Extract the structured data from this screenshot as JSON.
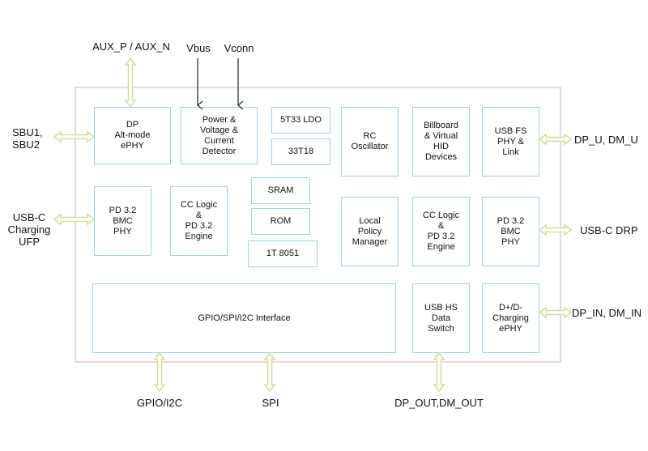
{
  "blocks": {
    "dp_alt": "DP\nAlt-mode\nePHY",
    "power": "Power &\nVoltage &\nCurrent\nDetector",
    "ldo": "5T33 LDO",
    "t18": "33T18",
    "rc": "RC\nOscillator",
    "billboard": "Billboard\n& Virtual\nHID\nDevices",
    "usbfs": "USB FS\nPHY &\nLink",
    "pd_left": "PD 3.2\nBMC\nPHY",
    "cc_left": "CC Logic\n&\nPD 3.2\nEngine",
    "sram": "SRAM",
    "rom": "ROM",
    "mcu": "1T 8051",
    "policy": "Local\nPolicy\nManager",
    "cc_right": "CC Logic\n&\nPD 3.2\nEngine",
    "pd_right": "PD 3.2\nBMC\nPHY",
    "gpio": "GPIO/SPI/I2C Interface",
    "usbhs": "USB HS\nData\nSwitch",
    "charging": "D+/D-\nCharging\nePHY"
  },
  "signals": {
    "aux": "AUX_P / AUX_N",
    "vbus": "Vbus",
    "vconn": "Vconn",
    "sbu": "SBU1,\nSBU2",
    "ufp": "USB-C\nCharging\nUFP",
    "dpu": "DP_U, DM_U",
    "drp": "USB-C DRP",
    "dpin": "DP_IN, DM_IN",
    "gpio_i2c": "GPIO/I2C",
    "spi": "SPI",
    "dpout": "DP_OUT,DM_OUT"
  },
  "colors": {
    "bus_arrow": "#d4dd98",
    "power_arrow": "#333333",
    "block_border": "#9fd4ea",
    "chip_border": "#ecd6de"
  }
}
